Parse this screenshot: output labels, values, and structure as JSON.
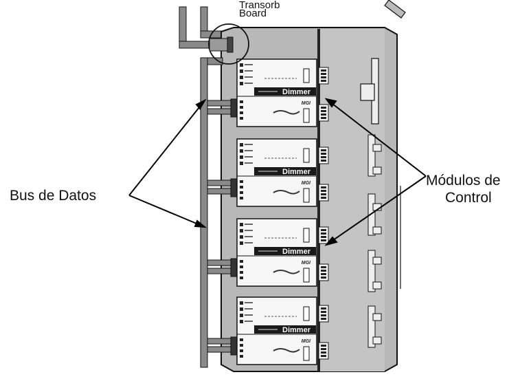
{
  "labels": {
    "transorb_line1": "Transorb",
    "transorb_line2": "Board",
    "bus": "Bus de Datos",
    "modules_line1": "Módulos de",
    "modules_line2": "Control"
  },
  "modules": [
    {
      "name": "Dimmer",
      "tag": "MGI"
    },
    {
      "name": "Dimmer",
      "tag": "MGI"
    },
    {
      "name": "Dimmer",
      "tag": "MGI"
    },
    {
      "name": "Dimmer",
      "tag": "MGI"
    }
  ],
  "colors": {
    "panel": "#b8b8b8",
    "panel_right": "#c4c4c4",
    "cable": "#8a8a8a",
    "ink": "#111111",
    "module": "#f6f6f6",
    "dimmer_band": "#1a1a1a"
  }
}
